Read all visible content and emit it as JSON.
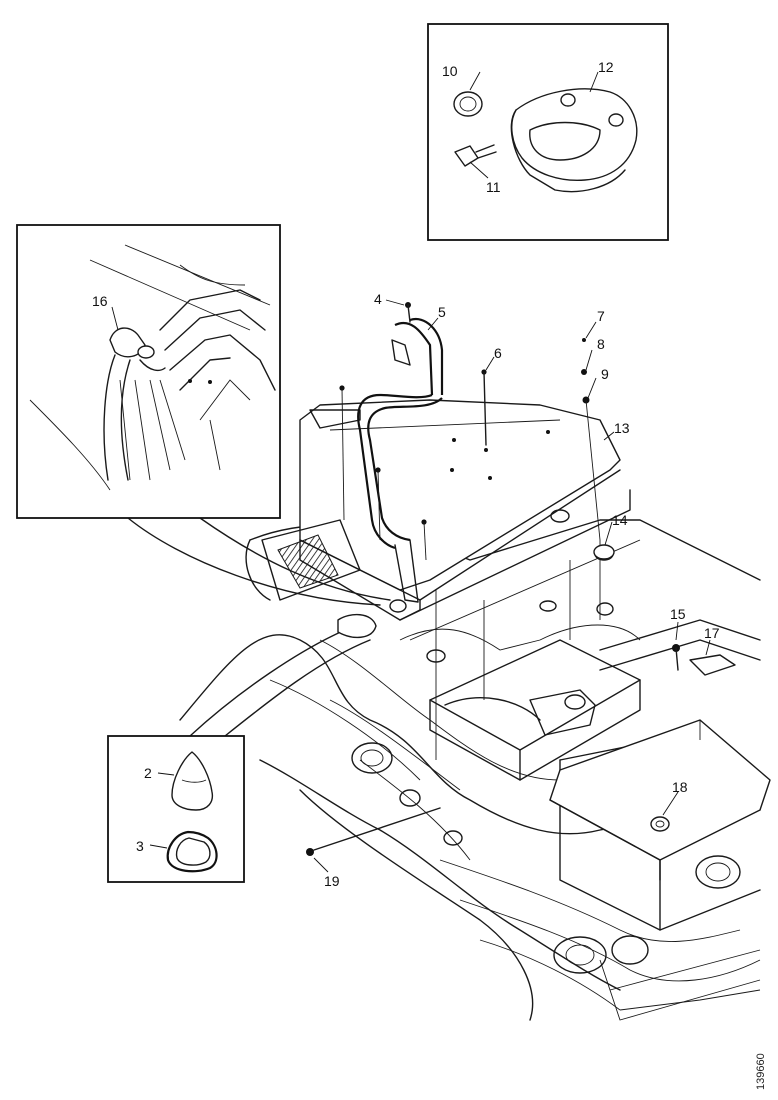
{
  "callouts": {
    "c2": "2",
    "c3": "3",
    "c4": "4",
    "c5": "5",
    "c6": "6",
    "c7": "7",
    "c8": "8",
    "c9": "9",
    "c10": "10",
    "c11": "11",
    "c12": "12",
    "c13": "13",
    "c14": "14",
    "c15": "15",
    "c16": "16",
    "c17": "17",
    "c18": "18",
    "c19": "19"
  },
  "document_number": "139660"
}
